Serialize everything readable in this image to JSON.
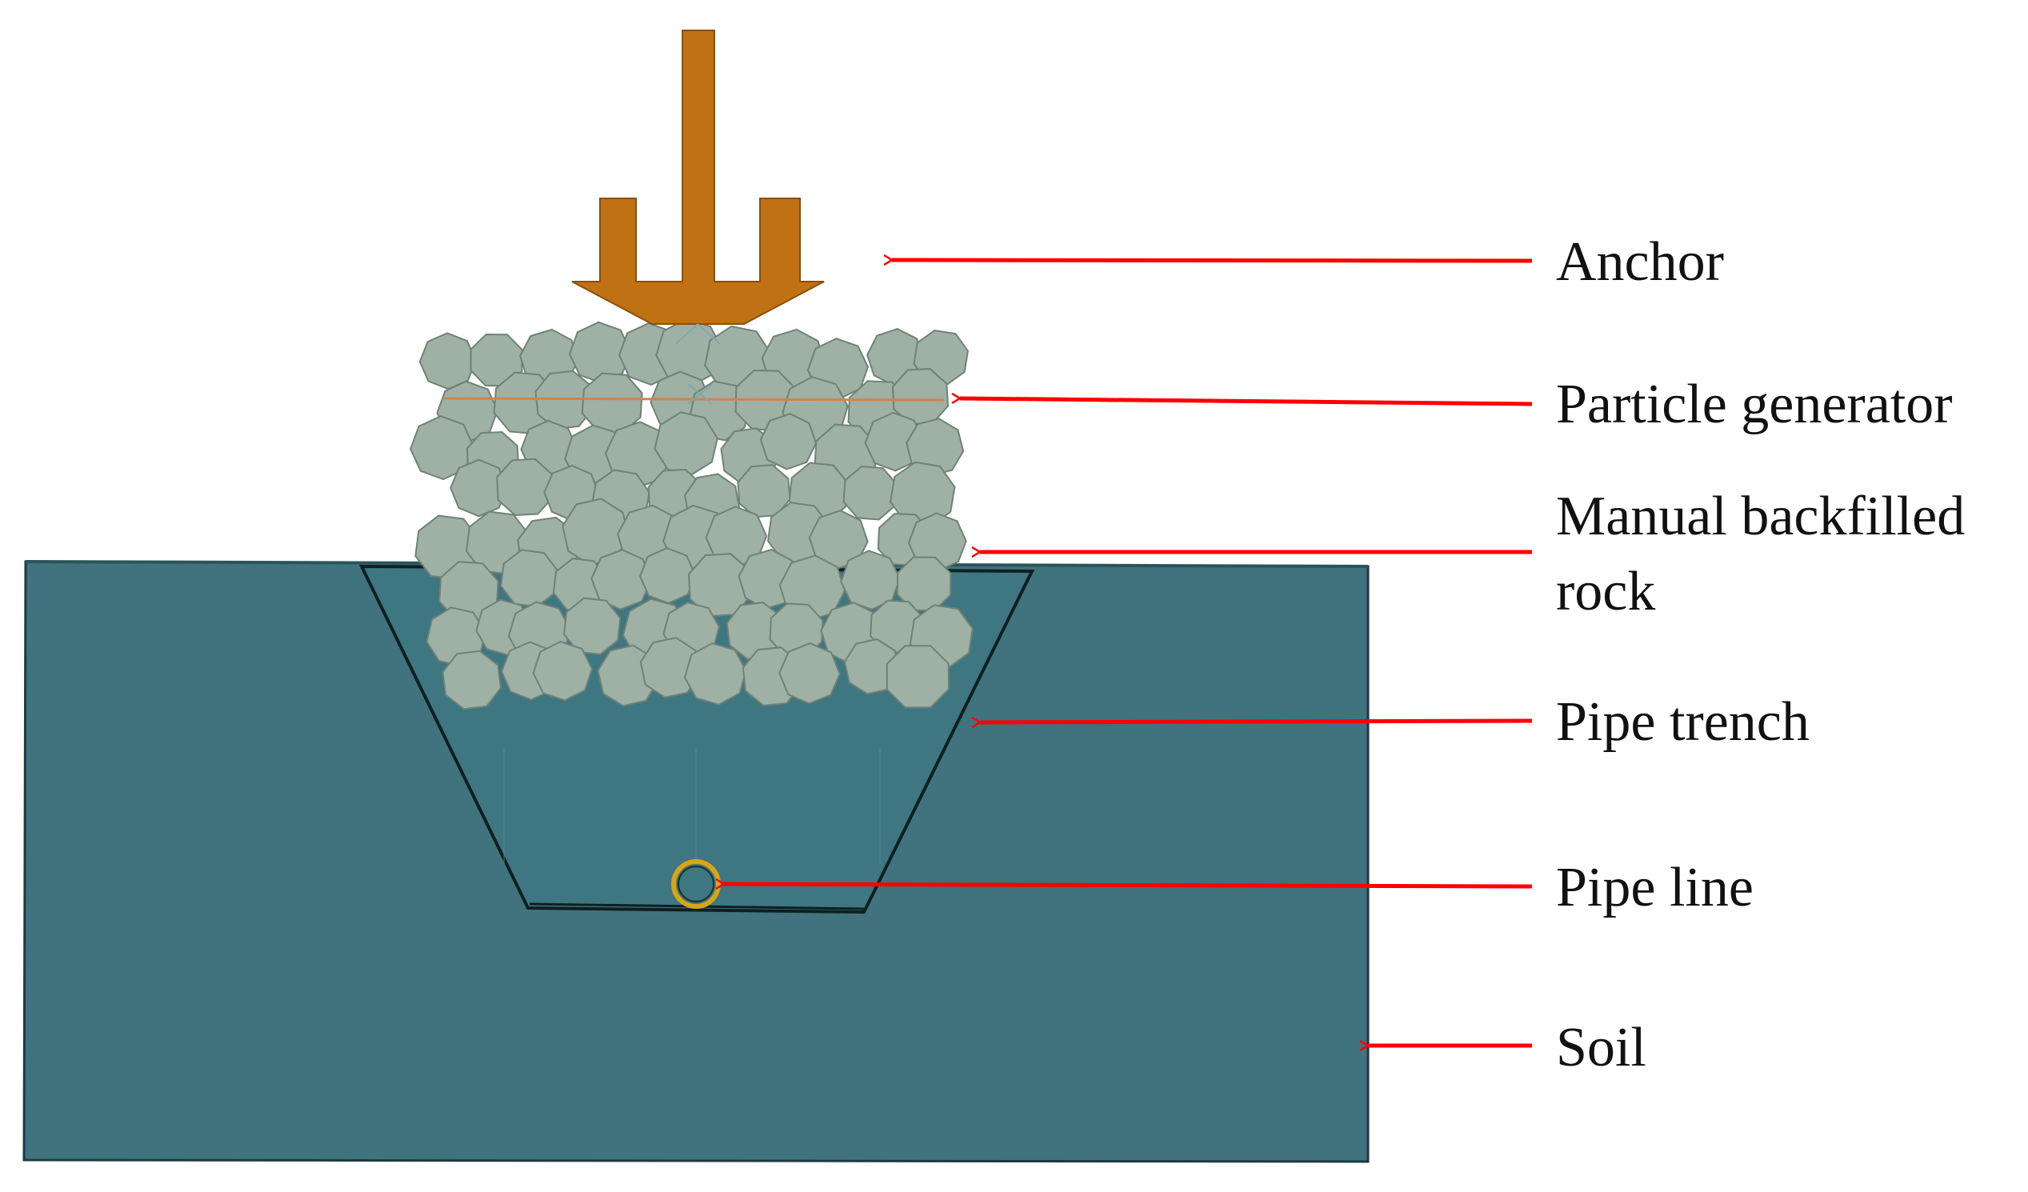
{
  "labels": {
    "anchor": "Anchor",
    "particle_generator": "Particle generator",
    "manual_backfilled_rock_line1": "Manual backfilled",
    "manual_backfilled_rock_line2": "rock",
    "pipe_trench": "Pipe trench",
    "pipe_line": "Pipe line",
    "soil": "Soil"
  },
  "colors": {
    "soil": "#40737D",
    "soil_edge": "#1d3a40",
    "trench_line": "#0e1f22",
    "anchor": "#C07114",
    "anchor_edge": "#8a4f0c",
    "rock_fill": "#9FB0A5",
    "rock_edge": "#6f8277",
    "generator_line": "#D0834E",
    "arrow": "#FF0000",
    "pipe": "#D9A514"
  }
}
